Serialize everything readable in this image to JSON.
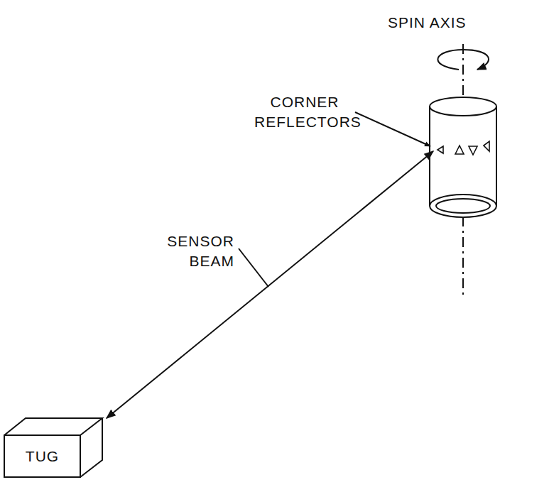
{
  "diagram": {
    "nodes": [
      {
        "text": [
          "TUG"
        ]
      }
    ],
    "labels": [
      "SPIN AXIS",
      "CORNER REFLECTORS",
      "SENSOR BEAM"
    ]
  }
}
